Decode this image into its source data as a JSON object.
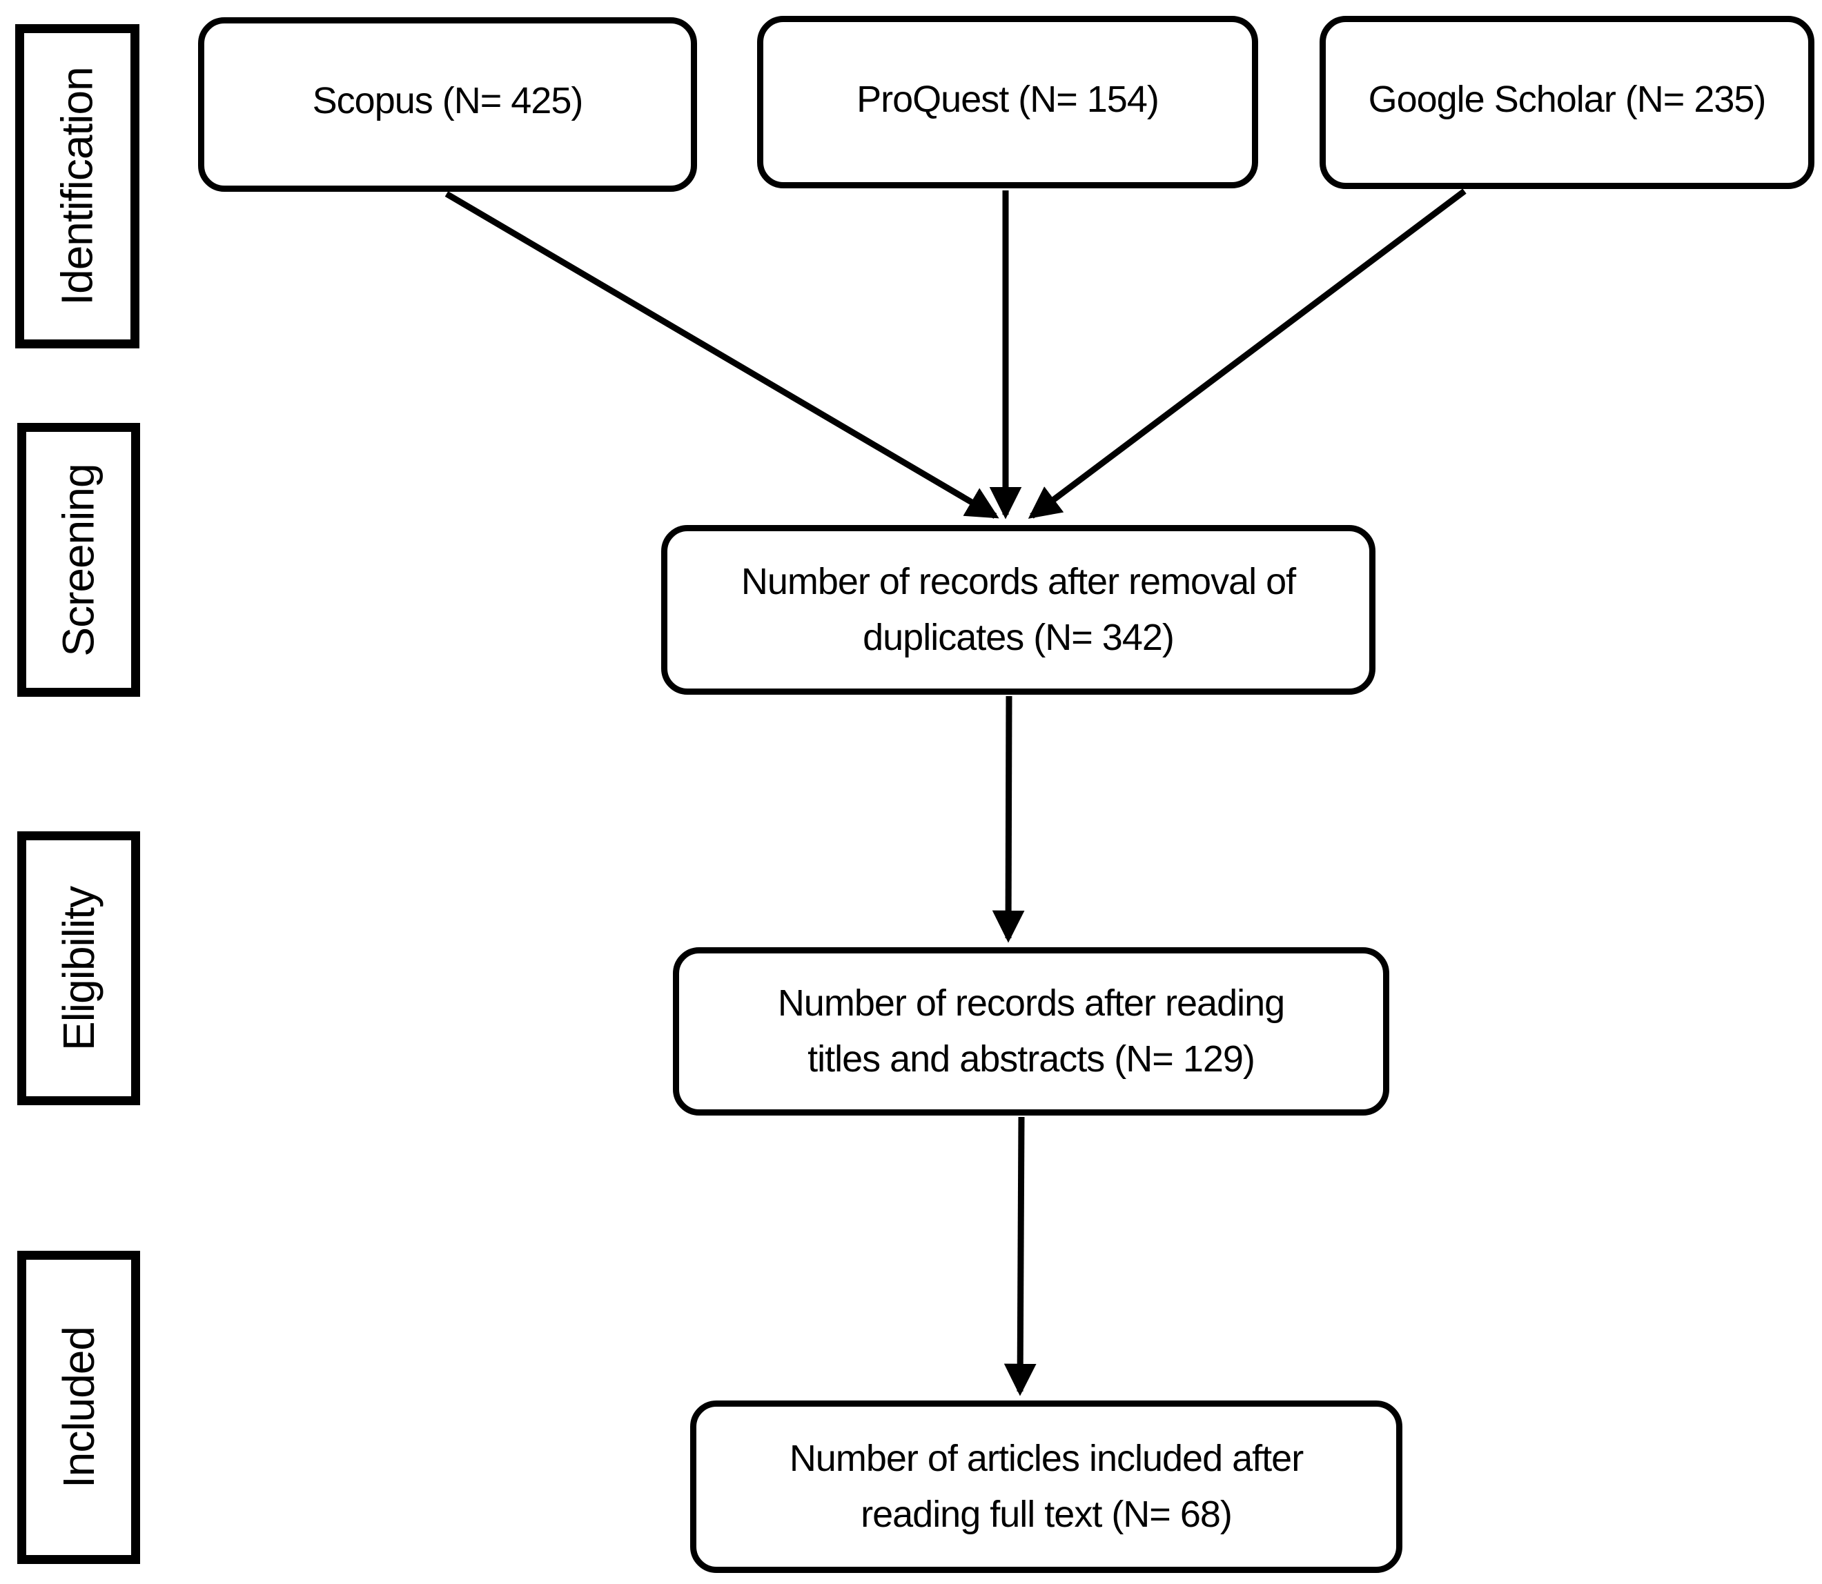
{
  "figure": {
    "type": "prisma-style-flow-diagram",
    "colors": {
      "stroke": "#000000",
      "background": "#ffffff",
      "text": "#000000"
    },
    "stages": [
      {
        "label": "Identification"
      },
      {
        "label": "Screening"
      },
      {
        "label": "Eligibility"
      },
      {
        "label": "Included"
      }
    ],
    "sources": [
      {
        "name": "Scopus",
        "n": 425,
        "label": "Scopus (N= 425)"
      },
      {
        "name": "ProQuest",
        "n": 154,
        "label": "ProQuest (N= 154)"
      },
      {
        "name": "Google Scholar",
        "n": 235,
        "label": "Google Scholar (N= 235)"
      }
    ],
    "steps": [
      {
        "n": 342,
        "line1": "Number of records after removal of",
        "line2": "duplicates (N= 342)"
      },
      {
        "n": 129,
        "line1": "Number of records after reading",
        "line2": "titles and abstracts (N= 129)"
      },
      {
        "n": 68,
        "line1": "Number of articles included after",
        "line2": "reading full text (N= 68)"
      }
    ]
  }
}
